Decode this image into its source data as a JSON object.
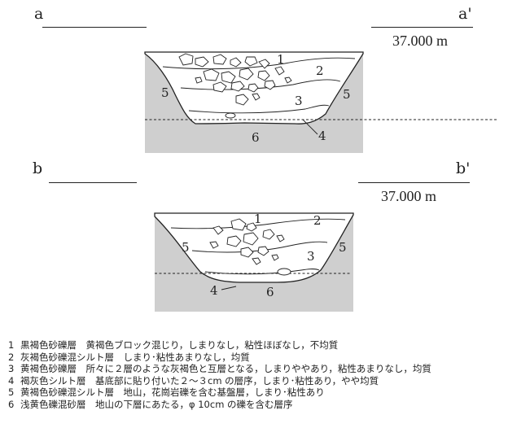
{
  "section_a": {
    "label_left": "a",
    "label_right": "a'",
    "elevation": "37.000 m",
    "layer_labels": [
      "1",
      "2",
      "3",
      "4",
      "5",
      "5",
      "6"
    ]
  },
  "section_b": {
    "label_left": "b",
    "label_right": "b'",
    "elevation": "37.000 m",
    "layer_labels": [
      "1",
      "2",
      "3",
      "4",
      "5",
      "5",
      "6"
    ]
  },
  "legend": [
    {
      "num": "1",
      "text": "黒褐色砂礫層　黄褐色ブロック混じり，しまりなし，粘性ほぼなし，不均質"
    },
    {
      "num": "2",
      "text": "灰褐色砂礫混シルト層　しまり･粘性あまりなし，均質"
    },
    {
      "num": "3",
      "text": "黄褐色砂礫層　所々に２層のような灰褐色と互層となる，しまりややあり，粘性あまりなし，均質"
    },
    {
      "num": "4",
      "text": "褐灰色シルト層　基底部に貼り付いた２～３cm の層序，しまり･粘性あり，やや均質"
    },
    {
      "num": "5",
      "text": "黄褐色砂礫混シルト層　地山，花崗岩礫を含む基盤層，しまり･粘性あり"
    },
    {
      "num": "6",
      "text": "浅黄色礫混砂層　地山の下層にあたる，φ 10cm の礫を含む層序"
    }
  ],
  "colors": {
    "bedrock": "#cfcfcf",
    "line": "#222222",
    "fill": "#ffffff"
  }
}
